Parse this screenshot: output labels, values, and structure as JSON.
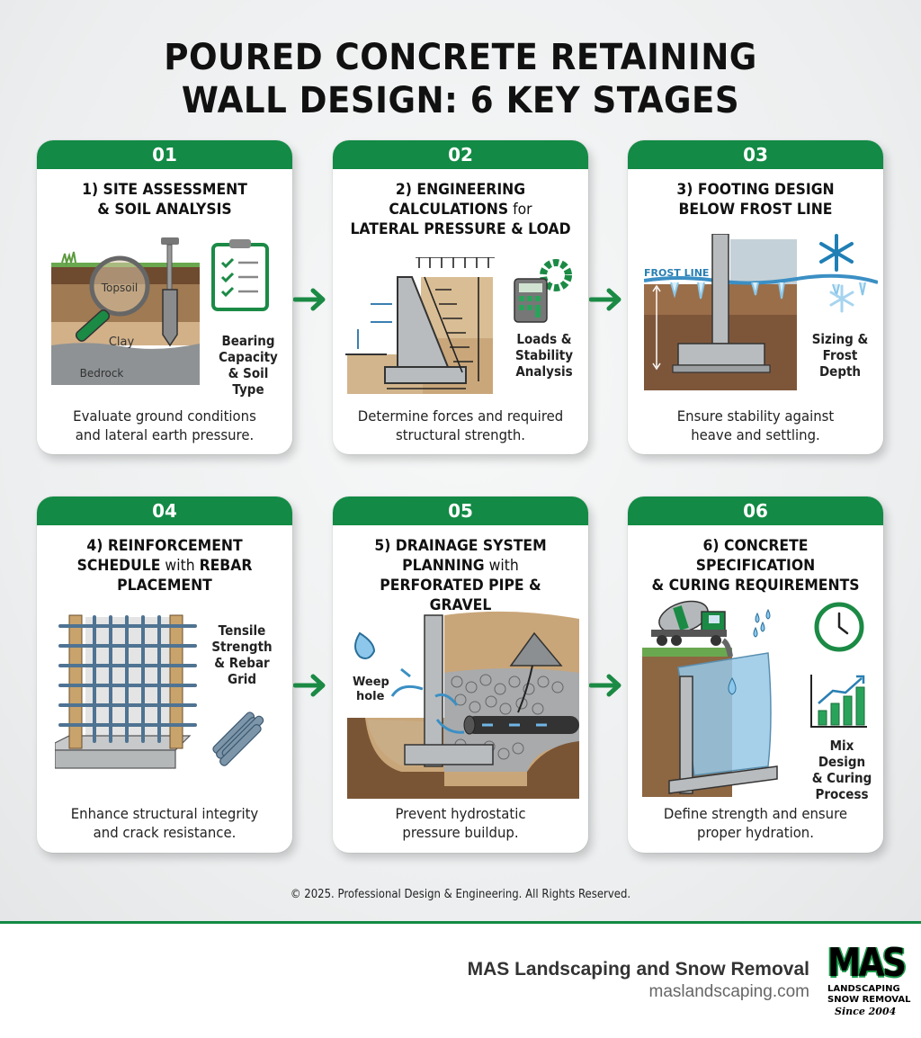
{
  "title": {
    "line1": "POURED CONCRETE RETAINING",
    "line2": "WALL DESIGN: 6 KEY STAGES"
  },
  "colors": {
    "accent_green": "#138a45",
    "soil_brown": "#8b5e3c",
    "concrete_gray": "#b9bcbe",
    "water_blue": "#3b8fc4"
  },
  "stages": [
    {
      "number": "01",
      "heading_parts": [
        {
          "text": "1) SITE ASSESSMENT",
          "bold": true
        },
        {
          "text": "& SOIL ANALYSIS",
          "bold": true
        }
      ],
      "illustration": {
        "type": "soil-profile",
        "layer_labels": [
          "Topsoil",
          "Clay",
          "Bedrock"
        ],
        "icons": [
          "magnifying-glass-icon",
          "soil-probe-icon",
          "clipboard-checklist-icon"
        ]
      },
      "side_label": [
        "Bearing",
        "Capacity",
        "& Soil Type"
      ],
      "description": [
        "Evaluate ground conditions",
        "and lateral earth pressure."
      ]
    },
    {
      "number": "02",
      "heading_parts": [
        {
          "text": "2) ENGINEERING",
          "bold": true
        },
        {
          "text": "CALCULATIONS",
          "bold": true,
          "suffix": " for"
        },
        {
          "text": "LATERAL PRESSURE & LOAD",
          "bold": true
        }
      ],
      "illustration": {
        "type": "force-diagram",
        "icons": [
          "calculator-icon",
          "gear-icon",
          "load-arrows-icon"
        ]
      },
      "side_label": [
        "Loads &",
        "Stability",
        "Analysis"
      ],
      "description": [
        "Determine forces and required",
        "structural strength."
      ]
    },
    {
      "number": "03",
      "heading_parts": [
        {
          "text": "3) FOOTING DESIGN",
          "bold": true
        },
        {
          "text": "BELOW FROST LINE",
          "bold": true
        }
      ],
      "illustration": {
        "type": "frost-line-footing",
        "frost_label": "FROST LINE",
        "icons": [
          "snowflake-icon"
        ]
      },
      "side_label": [
        "Sizing &",
        "Frost",
        "Depth"
      ],
      "description": [
        "Ensure stability against",
        "heave and settling."
      ]
    },
    {
      "number": "04",
      "heading_parts": [
        {
          "text": "4) REINFORCEMENT",
          "bold": true
        },
        {
          "text": "SCHEDULE",
          "bold": true,
          "suffix": " with ",
          "suffix2": "REBAR"
        },
        {
          "text": "PLACEMENT",
          "bold": true
        }
      ],
      "illustration": {
        "type": "rebar-grid",
        "icons": [
          "rebar-bundle-icon"
        ]
      },
      "side_label": [
        "Tensile",
        "Strength",
        "& Rebar",
        "Grid"
      ],
      "description": [
        "Enhance structural integrity",
        "and crack resistance."
      ]
    },
    {
      "number": "05",
      "heading_parts": [
        {
          "text": "5) DRAINAGE SYSTEM",
          "bold": true
        },
        {
          "text": "PLANNING",
          "bold": true,
          "suffix": " with"
        },
        {
          "text": "PERFORATED PIPE & GRAVEL",
          "bold": true
        }
      ],
      "illustration": {
        "type": "drainage-section",
        "weep_label": [
          "Weep",
          "hole"
        ],
        "icons": [
          "water-drop-icon",
          "gravel-pile-icon",
          "perforated-pipe-icon"
        ]
      },
      "side_label": [],
      "description": [
        "Prevent hydrostatic",
        "pressure buildup."
      ]
    },
    {
      "number": "06",
      "heading_parts": [
        {
          "text": "6) CONCRETE SPECIFICATION",
          "bold": true
        },
        {
          "text": "& CURING REQUIREMENTS",
          "bold": true
        }
      ],
      "illustration": {
        "type": "curing-wall",
        "icons": [
          "cement-mixer-truck-icon",
          "clock-icon",
          "growth-chart-icon",
          "water-drop-icon"
        ]
      },
      "side_label": [
        "Mix Design",
        "& Curing",
        "Process"
      ],
      "description": [
        "Define strength and ensure",
        "proper hydration."
      ]
    }
  ],
  "footer": {
    "copyright": "© 2025. Professional Design & Engineering. All Rights Reserved."
  },
  "brand": {
    "name": "MAS Landscaping and Snow Removal",
    "url": "maslandscaping.com",
    "logo": {
      "mark": "MAS",
      "line1": "LANDSCAPING",
      "line2": "SNOW REMOVAL",
      "since": "Since 2004"
    }
  }
}
